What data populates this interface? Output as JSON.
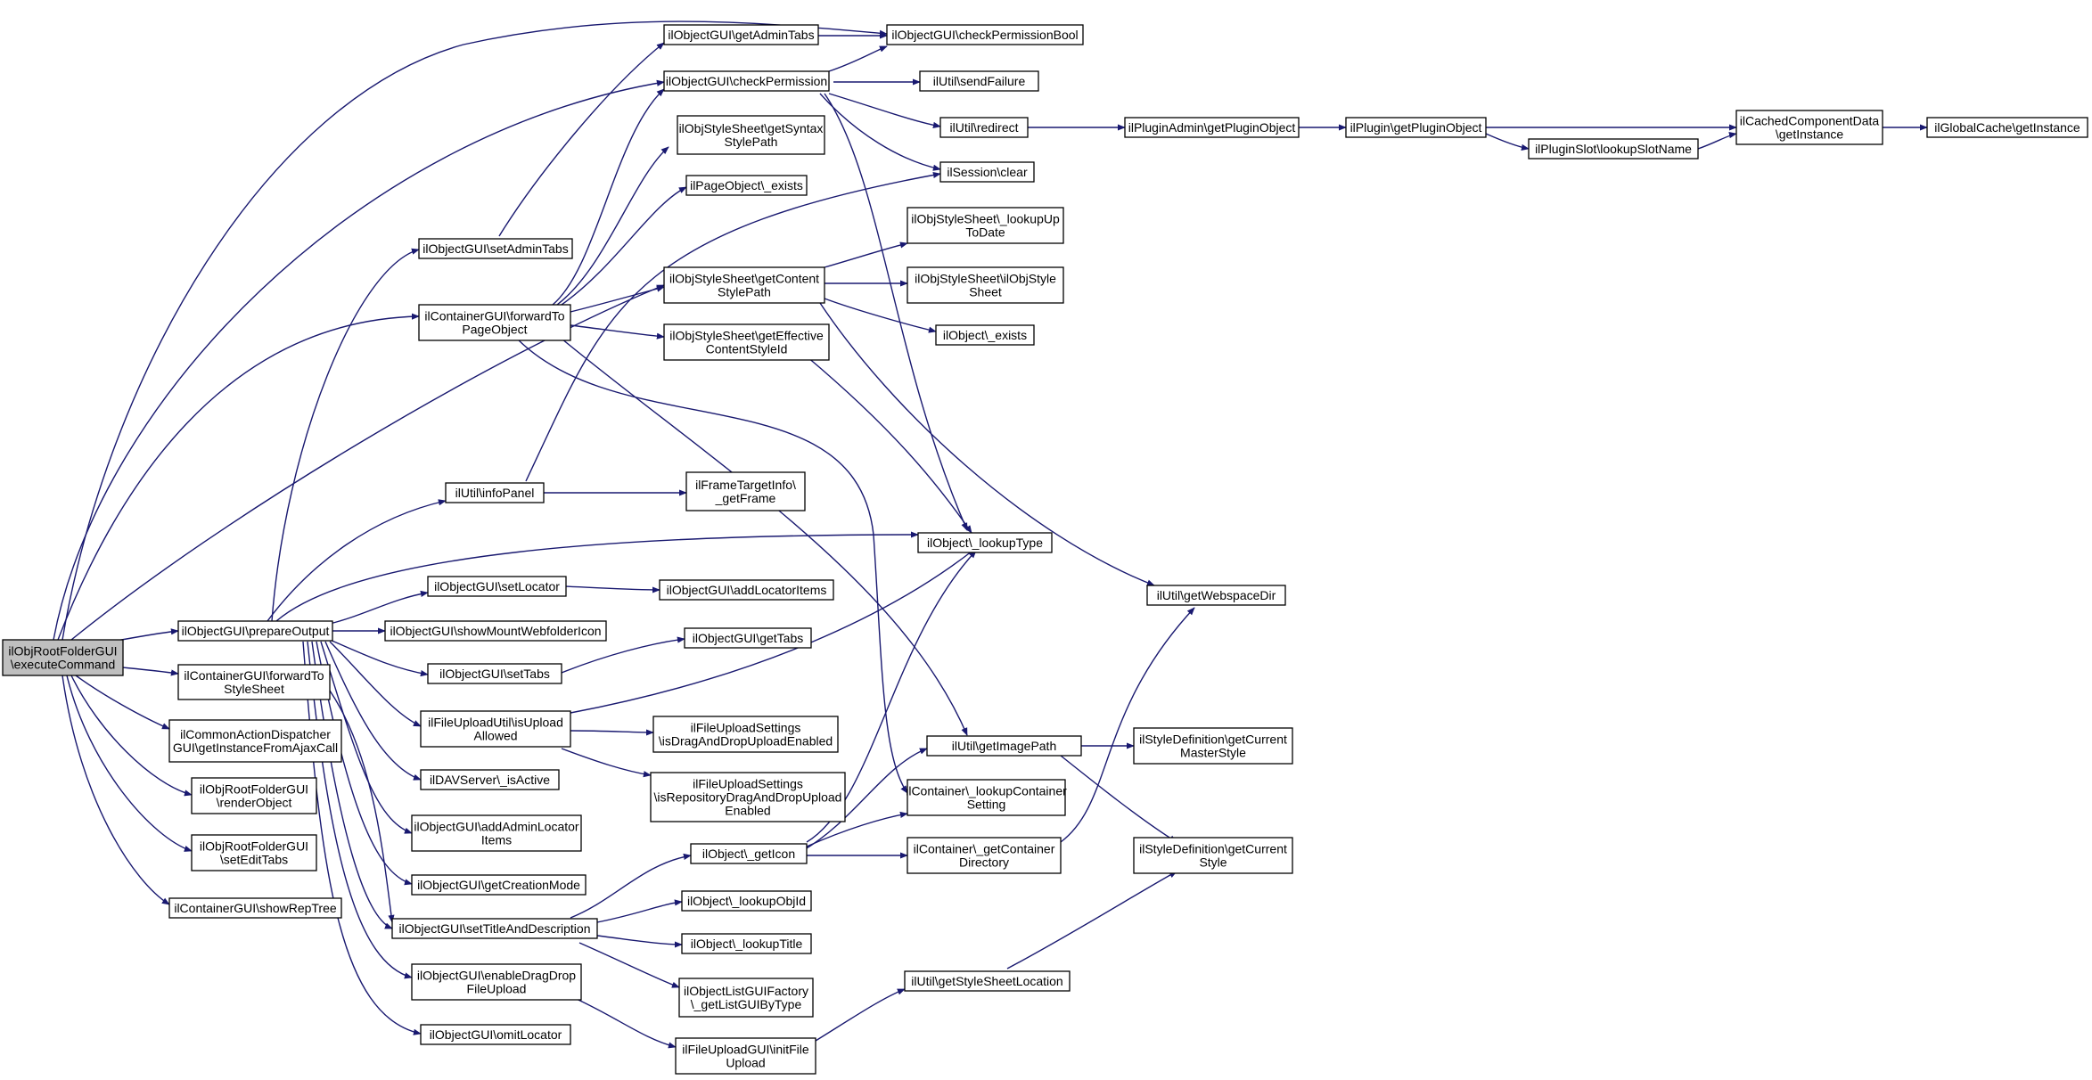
{
  "diagram": {
    "type": "call-graph",
    "edge_color": "#191970",
    "root_fill": "#bfbfbf",
    "nodes": [
      {
        "id": "root",
        "lines": [
          "ilObjRootFolderGUI",
          "\\executeCommand"
        ],
        "root": true
      },
      {
        "id": "prepareOutput",
        "lines": [
          "ilObjectGUI\\prepareOutput"
        ]
      },
      {
        "id": "forwardToStyleSheet",
        "lines": [
          "ilContainerGUI\\forwardTo",
          "StyleSheet"
        ]
      },
      {
        "id": "commonAction",
        "lines": [
          "ilCommonActionDispatcher",
          "GUI\\getInstanceFromAjaxCall"
        ]
      },
      {
        "id": "renderObject",
        "lines": [
          "ilObjRootFolderGUI",
          "\\renderObject"
        ]
      },
      {
        "id": "setEditTabs",
        "lines": [
          "ilObjRootFolderGUI",
          "\\setEditTabs"
        ]
      },
      {
        "id": "showRepTree",
        "lines": [
          "ilContainerGUI\\showRepTree"
        ]
      },
      {
        "id": "getAdminTabs",
        "lines": [
          "ilObjectGUI\\getAdminTabs"
        ]
      },
      {
        "id": "checkPermissionBool",
        "lines": [
          "ilObjectGUI\\checkPermissionBool"
        ]
      },
      {
        "id": "checkPermission",
        "lines": [
          "ilObjectGUI\\checkPermission"
        ]
      },
      {
        "id": "sendFailure",
        "lines": [
          "ilUtil\\sendFailure"
        ]
      },
      {
        "id": "redirect",
        "lines": [
          "ilUtil\\redirect"
        ]
      },
      {
        "id": "getPluginObjectAdmin",
        "lines": [
          "ilPluginAdmin\\getPluginObject"
        ]
      },
      {
        "id": "getPluginObject",
        "lines": [
          "ilPlugin\\getPluginObject"
        ]
      },
      {
        "id": "cachedGetInstance",
        "lines": [
          "ilCachedComponentData",
          "\\getInstance"
        ]
      },
      {
        "id": "globalCache",
        "lines": [
          "ilGlobalCache\\getInstance"
        ]
      },
      {
        "id": "lookupSlotName",
        "lines": [
          "ilPluginSlot\\lookupSlotName"
        ]
      },
      {
        "id": "getSyntaxStylePath",
        "lines": [
          "ilObjStyleSheet\\getSyntax",
          "StylePath"
        ]
      },
      {
        "id": "pageObjectExists",
        "lines": [
          "ilPageObject\\_exists"
        ]
      },
      {
        "id": "sessionClear",
        "lines": [
          "ilSession\\clear"
        ]
      },
      {
        "id": "lookupUpToDate",
        "lines": [
          "ilObjStyleSheet\\_lookupUp",
          "ToDate"
        ]
      },
      {
        "id": "setAdminTabs",
        "lines": [
          "ilObjectGUI\\setAdminTabs"
        ]
      },
      {
        "id": "getContentStylePath",
        "lines": [
          "ilObjStyleSheet\\getContent",
          "StylePath"
        ]
      },
      {
        "id": "ilObjStyleSheet",
        "lines": [
          "ilObjStyleSheet\\ilObjStyle",
          "Sheet"
        ]
      },
      {
        "id": "forwardToPageObject",
        "lines": [
          "ilContainerGUI\\forwardTo",
          "PageObject"
        ]
      },
      {
        "id": "objectExists",
        "lines": [
          "ilObject\\_exists"
        ]
      },
      {
        "id": "getEffectiveContentStyleId",
        "lines": [
          "ilObjStyleSheet\\getEffective",
          "ContentStyleId"
        ]
      },
      {
        "id": "infoPanel",
        "lines": [
          "ilUtil\\infoPanel"
        ]
      },
      {
        "id": "getFrame",
        "lines": [
          "ilFrameTargetInfo\\",
          "_getFrame"
        ]
      },
      {
        "id": "lookupType",
        "lines": [
          "ilObject\\_lookupType"
        ]
      },
      {
        "id": "setLocator",
        "lines": [
          "ilObjectGUI\\setLocator"
        ]
      },
      {
        "id": "addLocatorItems",
        "lines": [
          "ilObjectGUI\\addLocatorItems"
        ]
      },
      {
        "id": "getWebspaceDir",
        "lines": [
          "ilUtil\\getWebspaceDir"
        ]
      },
      {
        "id": "showMountWebfolderIcon",
        "lines": [
          "ilObjectGUI\\showMountWebfolderIcon"
        ]
      },
      {
        "id": "getTabs",
        "lines": [
          "ilObjectGUI\\getTabs"
        ]
      },
      {
        "id": "setTabs",
        "lines": [
          "ilObjectGUI\\setTabs"
        ]
      },
      {
        "id": "isUploadAllowed",
        "lines": [
          "ilFileUploadUtil\\isUpload",
          "Allowed"
        ]
      },
      {
        "id": "isDragAndDropUploadEnabled",
        "lines": [
          "ilFileUploadSettings",
          "\\isDragAndDropUploadEnabled"
        ]
      },
      {
        "id": "getImagePath",
        "lines": [
          "ilUtil\\getImagePath"
        ]
      },
      {
        "id": "getCurrentMasterStyle",
        "lines": [
          "ilStyleDefinition\\getCurrent",
          "MasterStyle"
        ]
      },
      {
        "id": "davIsActive",
        "lines": [
          "ilDAVServer\\_isActive"
        ]
      },
      {
        "id": "isRepositoryDragAndDrop",
        "lines": [
          "ilFileUploadSettings",
          "\\isRepositoryDragAndDropUpload",
          "Enabled"
        ]
      },
      {
        "id": "lookupContainerSetting",
        "lines": [
          "ilContainer\\_lookupContainer",
          "Setting"
        ]
      },
      {
        "id": "addAdminLocatorItems",
        "lines": [
          "ilObjectGUI\\addAdminLocator",
          "Items"
        ]
      },
      {
        "id": "getIcon",
        "lines": [
          "ilObject\\_getIcon"
        ]
      },
      {
        "id": "getContainerDirectory",
        "lines": [
          "ilContainer\\_getContainer",
          "Directory"
        ]
      },
      {
        "id": "getCurrentStyle",
        "lines": [
          "ilStyleDefinition\\getCurrent",
          "Style"
        ]
      },
      {
        "id": "getCreationMode",
        "lines": [
          "ilObjectGUI\\getCreationMode"
        ]
      },
      {
        "id": "lookupObjId",
        "lines": [
          "ilObject\\_lookupObjId"
        ]
      },
      {
        "id": "setTitleAndDescription",
        "lines": [
          "ilObjectGUI\\setTitleAndDescription"
        ]
      },
      {
        "id": "lookupTitle",
        "lines": [
          "ilObject\\_lookupTitle"
        ]
      },
      {
        "id": "enableDragDropFileUpload",
        "lines": [
          "ilObjectGUI\\enableDragDrop",
          "FileUpload"
        ]
      },
      {
        "id": "getListGUIByType",
        "lines": [
          "ilObjectListGUIFactory",
          "\\_getListGUIByType"
        ]
      },
      {
        "id": "getStyleSheetLocation",
        "lines": [
          "ilUtil\\getStyleSheetLocation"
        ]
      },
      {
        "id": "omitLocator",
        "lines": [
          "ilObjectGUI\\omitLocator"
        ]
      },
      {
        "id": "initFileUpload",
        "lines": [
          "ilFileUploadGUI\\initFile",
          "Upload"
        ]
      }
    ]
  }
}
